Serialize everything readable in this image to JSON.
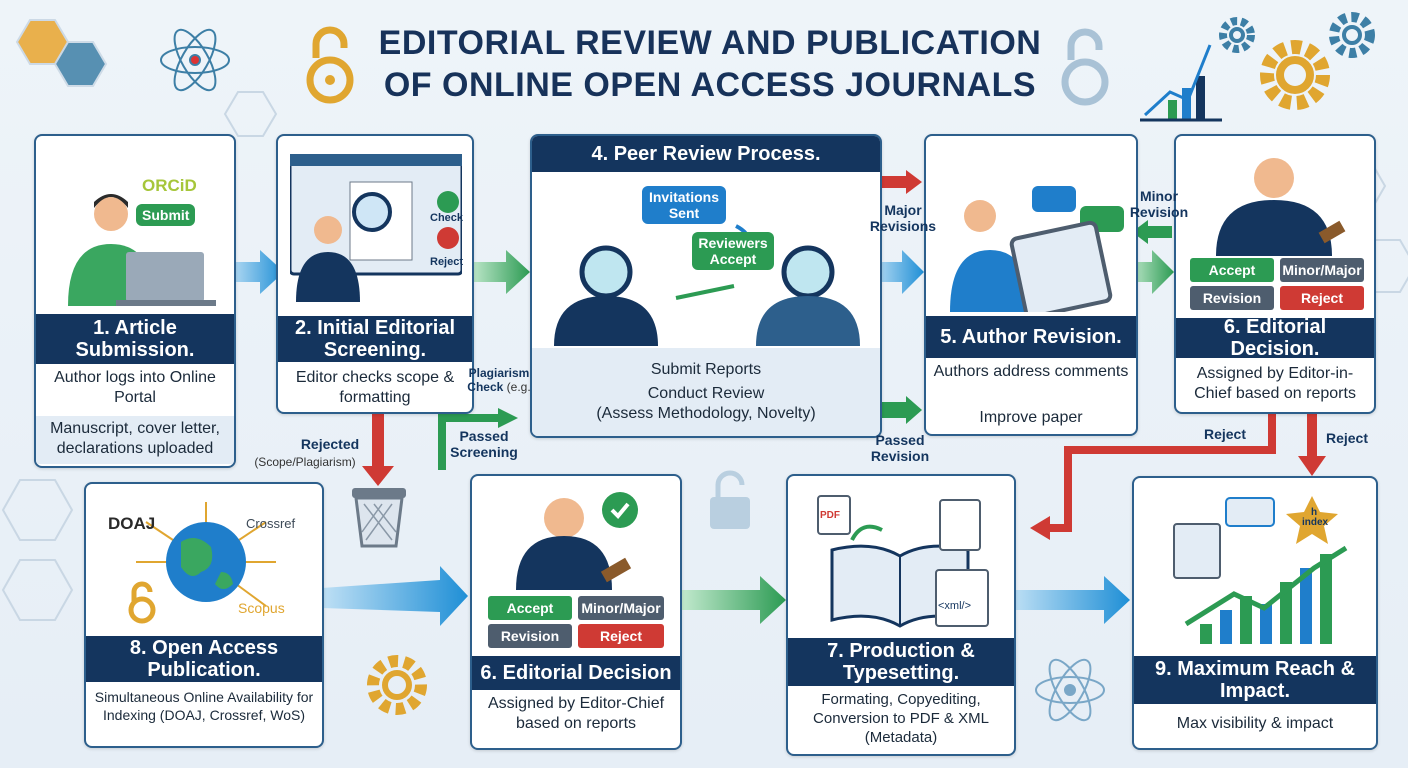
{
  "title_line1": "EDITORIAL REVIEW AND PUBLICATION",
  "title_line2": "OF ONLINE OPEN ACCESS JOURNALS",
  "steps": {
    "s1": {
      "title": "1. Article Submission.",
      "desc1": "Author logs into Online Portal",
      "desc2": "Manuscript, cover letter, declarations uploaded",
      "orcid": "ORCiD",
      "submit": "Submit"
    },
    "s2": {
      "title": "2. Initial Editorial Screening.",
      "desc": "Editor checks scope & formatting",
      "check": "Check",
      "reject": "Reject"
    },
    "s4": {
      "title": "4. Peer Review Process.",
      "invitations": "Invitations Sent",
      "reviewers": "Reviewers Accept",
      "desc1": "Submit Reports",
      "desc2": "Conduct Review",
      "desc3": "(Assess Methodology, Novelty)"
    },
    "s5": {
      "title": "5. Author Revision.",
      "desc1": "Authors address comments",
      "desc2": "Improve paper"
    },
    "s6a": {
      "title": "6. Editorial Decision.",
      "desc": "Assigned by Editor-in-Chief based on reports"
    },
    "s6b": {
      "title": "6. Editorial Decision",
      "desc": "Assigned by Editor-Chief based on reports"
    },
    "s7": {
      "title": "7. Production & Typesetting.",
      "desc": "Formating, Copyediting, Conversion to PDF & XML (Metadata)",
      "pdf": "PDF",
      "xml": "<xml/>"
    },
    "s8": {
      "title": "8. Open Access Publication.",
      "desc": "Simultaneous Online Availability for Indexing (DOAJ, Crossref, WoS)",
      "doaj": "DOAJ",
      "crossref": "Crossref",
      "scopus": "Scopus"
    },
    "s9": {
      "title": "9. Maximum Reach & Impact.",
      "desc": "Max visibility & impact",
      "hindex": "h index"
    }
  },
  "decision_buttons": {
    "accept": "Accept",
    "minor_major": "Minor/Major",
    "revision": "Revision",
    "reject": "Reject"
  },
  "flow_labels": {
    "plagiarism": "Plagiarism Check",
    "plagiarism_eg": "(e.g.",
    "passed_screening": "Passed Screening",
    "rejected": "Rejected",
    "rejected_sub": "(Scope/Plagiarism)",
    "major_revisions": "Major Revisions",
    "minor_revision": "Minor Revision",
    "passed_revision": "Passed Revision",
    "reject_left": "Reject",
    "reject_right": "Reject"
  },
  "colors": {
    "navy": "#14355e",
    "green": "#2c9b53",
    "red": "#cf3a34",
    "blue": "#1f7ecb"
  }
}
